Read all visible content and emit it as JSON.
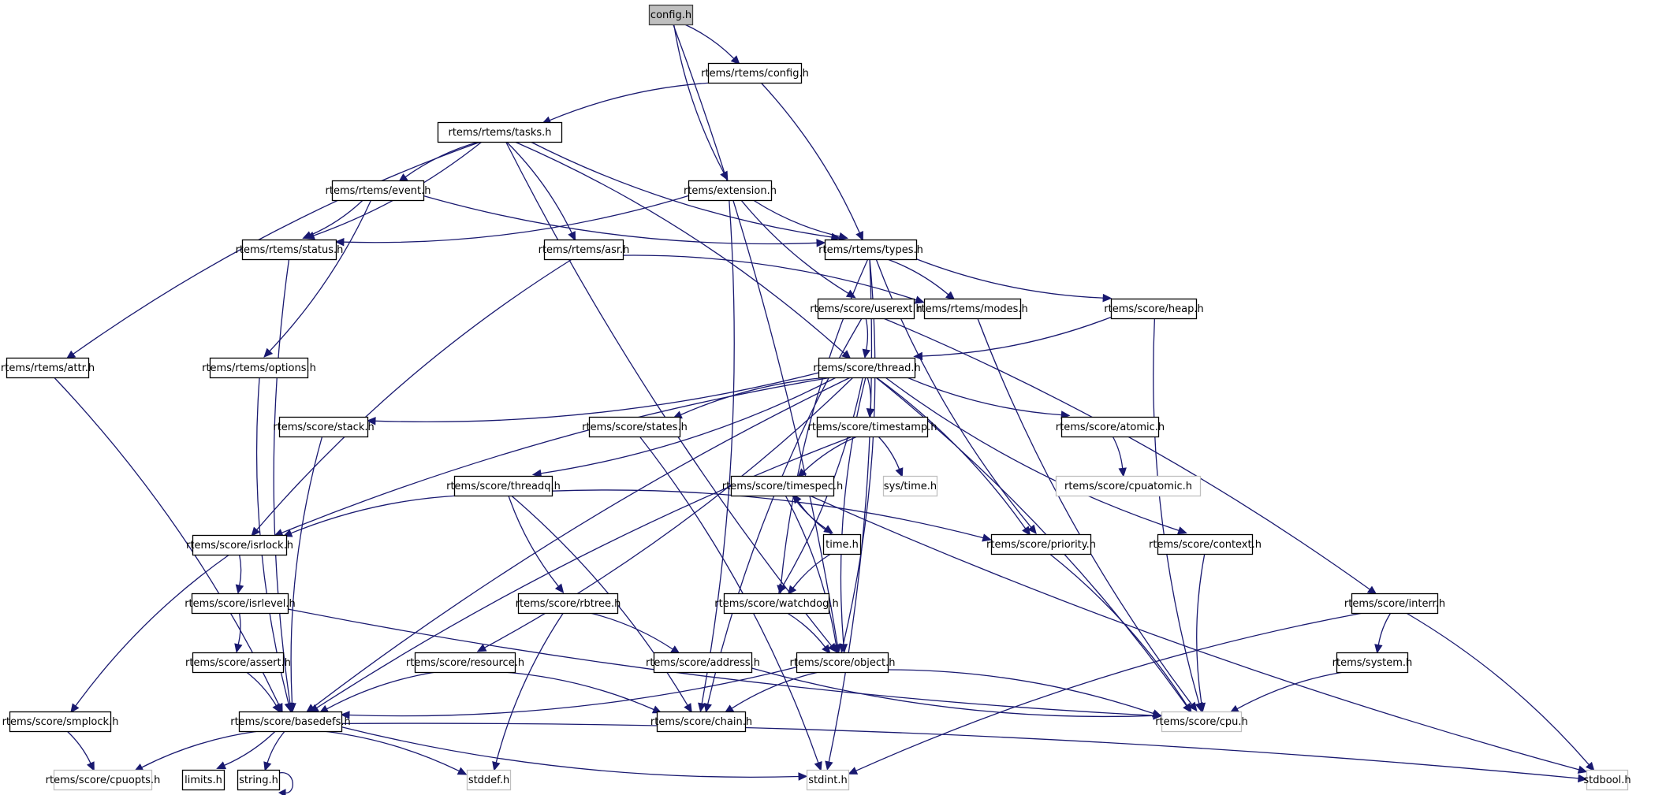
{
  "title": "config.h include dependency graph",
  "colors": {
    "edge": "#191970",
    "root_fill": "#bfbfbf",
    "root_border": "#404040",
    "node_fill": "#ffffff",
    "documented_border": "#000000",
    "external_border": "#bfbfbf"
  },
  "nodes": [
    {
      "id": "config",
      "label": "config.h",
      "kind": "root"
    },
    {
      "id": "rtems_config",
      "label": "rtems/rtems/config.h",
      "kind": "documented"
    },
    {
      "id": "tasks",
      "label": "rtems/rtems/tasks.h",
      "kind": "documented"
    },
    {
      "id": "event",
      "label": "rtems/rtems/event.h",
      "kind": "documented"
    },
    {
      "id": "extension",
      "label": "rtems/extension.h",
      "kind": "documented"
    },
    {
      "id": "status",
      "label": "rtems/rtems/status.h",
      "kind": "documented"
    },
    {
      "id": "asr",
      "label": "rtems/rtems/asr.h",
      "kind": "documented"
    },
    {
      "id": "types",
      "label": "rtems/rtems/types.h",
      "kind": "documented"
    },
    {
      "id": "userext",
      "label": "rtems/score/userext.h",
      "kind": "documented"
    },
    {
      "id": "modes",
      "label": "rtems/rtems/modes.h",
      "kind": "documented"
    },
    {
      "id": "heap",
      "label": "rtems/score/heap.h",
      "kind": "documented"
    },
    {
      "id": "attr",
      "label": "rtems/rtems/attr.h",
      "kind": "documented"
    },
    {
      "id": "options",
      "label": "rtems/rtems/options.h",
      "kind": "documented"
    },
    {
      "id": "thread",
      "label": "rtems/score/thread.h",
      "kind": "documented"
    },
    {
      "id": "stack",
      "label": "rtems/score/stack.h",
      "kind": "documented"
    },
    {
      "id": "states",
      "label": "rtems/score/states.h",
      "kind": "documented"
    },
    {
      "id": "timestamp",
      "label": "rtems/score/timestamp.h",
      "kind": "documented"
    },
    {
      "id": "atomic",
      "label": "rtems/score/atomic.h",
      "kind": "documented"
    },
    {
      "id": "threadq",
      "label": "rtems/score/threadq.h",
      "kind": "documented"
    },
    {
      "id": "timespec",
      "label": "rtems/score/timespec.h",
      "kind": "documented"
    },
    {
      "id": "systime",
      "label": "sys/time.h",
      "kind": "external"
    },
    {
      "id": "cpuatomic",
      "label": "rtems/score/cpuatomic.h",
      "kind": "external"
    },
    {
      "id": "isrlock",
      "label": "rtems/score/isrlock.h",
      "kind": "documented"
    },
    {
      "id": "timeh",
      "label": "time.h",
      "kind": "documented"
    },
    {
      "id": "priority",
      "label": "rtems/score/priority.h",
      "kind": "documented"
    },
    {
      "id": "context",
      "label": "rtems/score/context.h",
      "kind": "documented"
    },
    {
      "id": "isrlevel",
      "label": "rtems/score/isrlevel.h",
      "kind": "documented"
    },
    {
      "id": "rbtree",
      "label": "rtems/score/rbtree.h",
      "kind": "documented"
    },
    {
      "id": "watchdog",
      "label": "rtems/score/watchdog.h",
      "kind": "documented"
    },
    {
      "id": "interr",
      "label": "rtems/score/interr.h",
      "kind": "documented"
    },
    {
      "id": "assert",
      "label": "rtems/score/assert.h",
      "kind": "documented"
    },
    {
      "id": "resource",
      "label": "rtems/score/resource.h",
      "kind": "documented"
    },
    {
      "id": "address",
      "label": "rtems/score/address.h",
      "kind": "documented"
    },
    {
      "id": "object",
      "label": "rtems/score/object.h",
      "kind": "documented"
    },
    {
      "id": "system",
      "label": "rtems/system.h",
      "kind": "documented"
    },
    {
      "id": "smplock",
      "label": "rtems/score/smplock.h",
      "kind": "documented"
    },
    {
      "id": "basedefs",
      "label": "rtems/score/basedefs.h",
      "kind": "documented"
    },
    {
      "id": "chain",
      "label": "rtems/score/chain.h",
      "kind": "documented"
    },
    {
      "id": "cpu",
      "label": "rtems/score/cpu.h",
      "kind": "external"
    },
    {
      "id": "cpuopts",
      "label": "rtems/score/cpuopts.h",
      "kind": "external"
    },
    {
      "id": "limits",
      "label": "limits.h",
      "kind": "documented"
    },
    {
      "id": "string",
      "label": "string.h",
      "kind": "documented"
    },
    {
      "id": "stddef",
      "label": "stddef.h",
      "kind": "external"
    },
    {
      "id": "stdint",
      "label": "stdint.h",
      "kind": "external"
    },
    {
      "id": "stdbool",
      "label": "stdbool.h",
      "kind": "external"
    }
  ],
  "edges": [
    [
      "config",
      "rtems_config"
    ],
    [
      "config",
      "extension"
    ],
    [
      "config",
      "object"
    ],
    [
      "rtems_config",
      "tasks"
    ],
    [
      "rtems_config",
      "types"
    ],
    [
      "tasks",
      "event"
    ],
    [
      "tasks",
      "status"
    ],
    [
      "tasks",
      "types"
    ],
    [
      "tasks",
      "asr"
    ],
    [
      "tasks",
      "attr"
    ],
    [
      "tasks",
      "thread"
    ],
    [
      "tasks",
      "object"
    ],
    [
      "event",
      "status"
    ],
    [
      "event",
      "types"
    ],
    [
      "event",
      "options"
    ],
    [
      "extension",
      "types"
    ],
    [
      "extension",
      "status"
    ],
    [
      "extension",
      "userext"
    ],
    [
      "extension",
      "chain"
    ],
    [
      "status",
      "basedefs"
    ],
    [
      "asr",
      "modes"
    ],
    [
      "asr",
      "isrlock"
    ],
    [
      "types",
      "modes"
    ],
    [
      "types",
      "heap"
    ],
    [
      "types",
      "object"
    ],
    [
      "types",
      "priority"
    ],
    [
      "types",
      "stdint"
    ],
    [
      "types",
      "watchdog"
    ],
    [
      "userext",
      "thread"
    ],
    [
      "userext",
      "chain"
    ],
    [
      "userext",
      "interr"
    ],
    [
      "modes",
      "cpu"
    ],
    [
      "heap",
      "thread"
    ],
    [
      "heap",
      "cpu"
    ],
    [
      "attr",
      "basedefs"
    ],
    [
      "options",
      "basedefs"
    ],
    [
      "thread",
      "stack"
    ],
    [
      "thread",
      "states"
    ],
    [
      "thread",
      "timestamp"
    ],
    [
      "thread",
      "atomic"
    ],
    [
      "thread",
      "threadq"
    ],
    [
      "thread",
      "isrlock"
    ],
    [
      "thread",
      "priority"
    ],
    [
      "thread",
      "context"
    ],
    [
      "thread",
      "watchdog"
    ],
    [
      "thread",
      "object"
    ],
    [
      "thread",
      "resource"
    ],
    [
      "thread",
      "basedefs"
    ],
    [
      "thread",
      "cpu"
    ],
    [
      "stack",
      "basedefs"
    ],
    [
      "states",
      "stdint"
    ],
    [
      "timestamp",
      "timespec"
    ],
    [
      "timestamp",
      "systime"
    ],
    [
      "timestamp",
      "basedefs"
    ],
    [
      "atomic",
      "cpuatomic"
    ],
    [
      "threadq",
      "isrlock"
    ],
    [
      "threadq",
      "priority"
    ],
    [
      "threadq",
      "rbtree"
    ],
    [
      "threadq",
      "chain"
    ],
    [
      "timespec",
      "timeh"
    ],
    [
      "timespec",
      "object"
    ],
    [
      "timespec",
      "stdbool"
    ],
    [
      "timeh",
      "timespec"
    ],
    [
      "timeh",
      "watchdog"
    ],
    [
      "isrlock",
      "isrlevel"
    ],
    [
      "isrlock",
      "smplock"
    ],
    [
      "isrlevel",
      "assert"
    ],
    [
      "isrlevel",
      "cpu"
    ],
    [
      "priority",
      "cpu"
    ],
    [
      "context",
      "cpu"
    ],
    [
      "rbtree",
      "address"
    ],
    [
      "rbtree",
      "stddef"
    ],
    [
      "watchdog",
      "object"
    ],
    [
      "interr",
      "system"
    ],
    [
      "interr",
      "stdbool"
    ],
    [
      "interr",
      "stdint"
    ],
    [
      "assert",
      "basedefs"
    ],
    [
      "resource",
      "basedefs"
    ],
    [
      "resource",
      "chain"
    ],
    [
      "address",
      "cpu"
    ],
    [
      "object",
      "basedefs"
    ],
    [
      "object",
      "chain"
    ],
    [
      "object",
      "cpu"
    ],
    [
      "system",
      "cpu"
    ],
    [
      "smplock",
      "cpuopts"
    ],
    [
      "basedefs",
      "cpuopts"
    ],
    [
      "basedefs",
      "limits"
    ],
    [
      "basedefs",
      "string"
    ],
    [
      "basedefs",
      "stddef"
    ],
    [
      "basedefs",
      "stdint"
    ],
    [
      "basedefs",
      "stdbool"
    ],
    [
      "string",
      "string"
    ]
  ]
}
